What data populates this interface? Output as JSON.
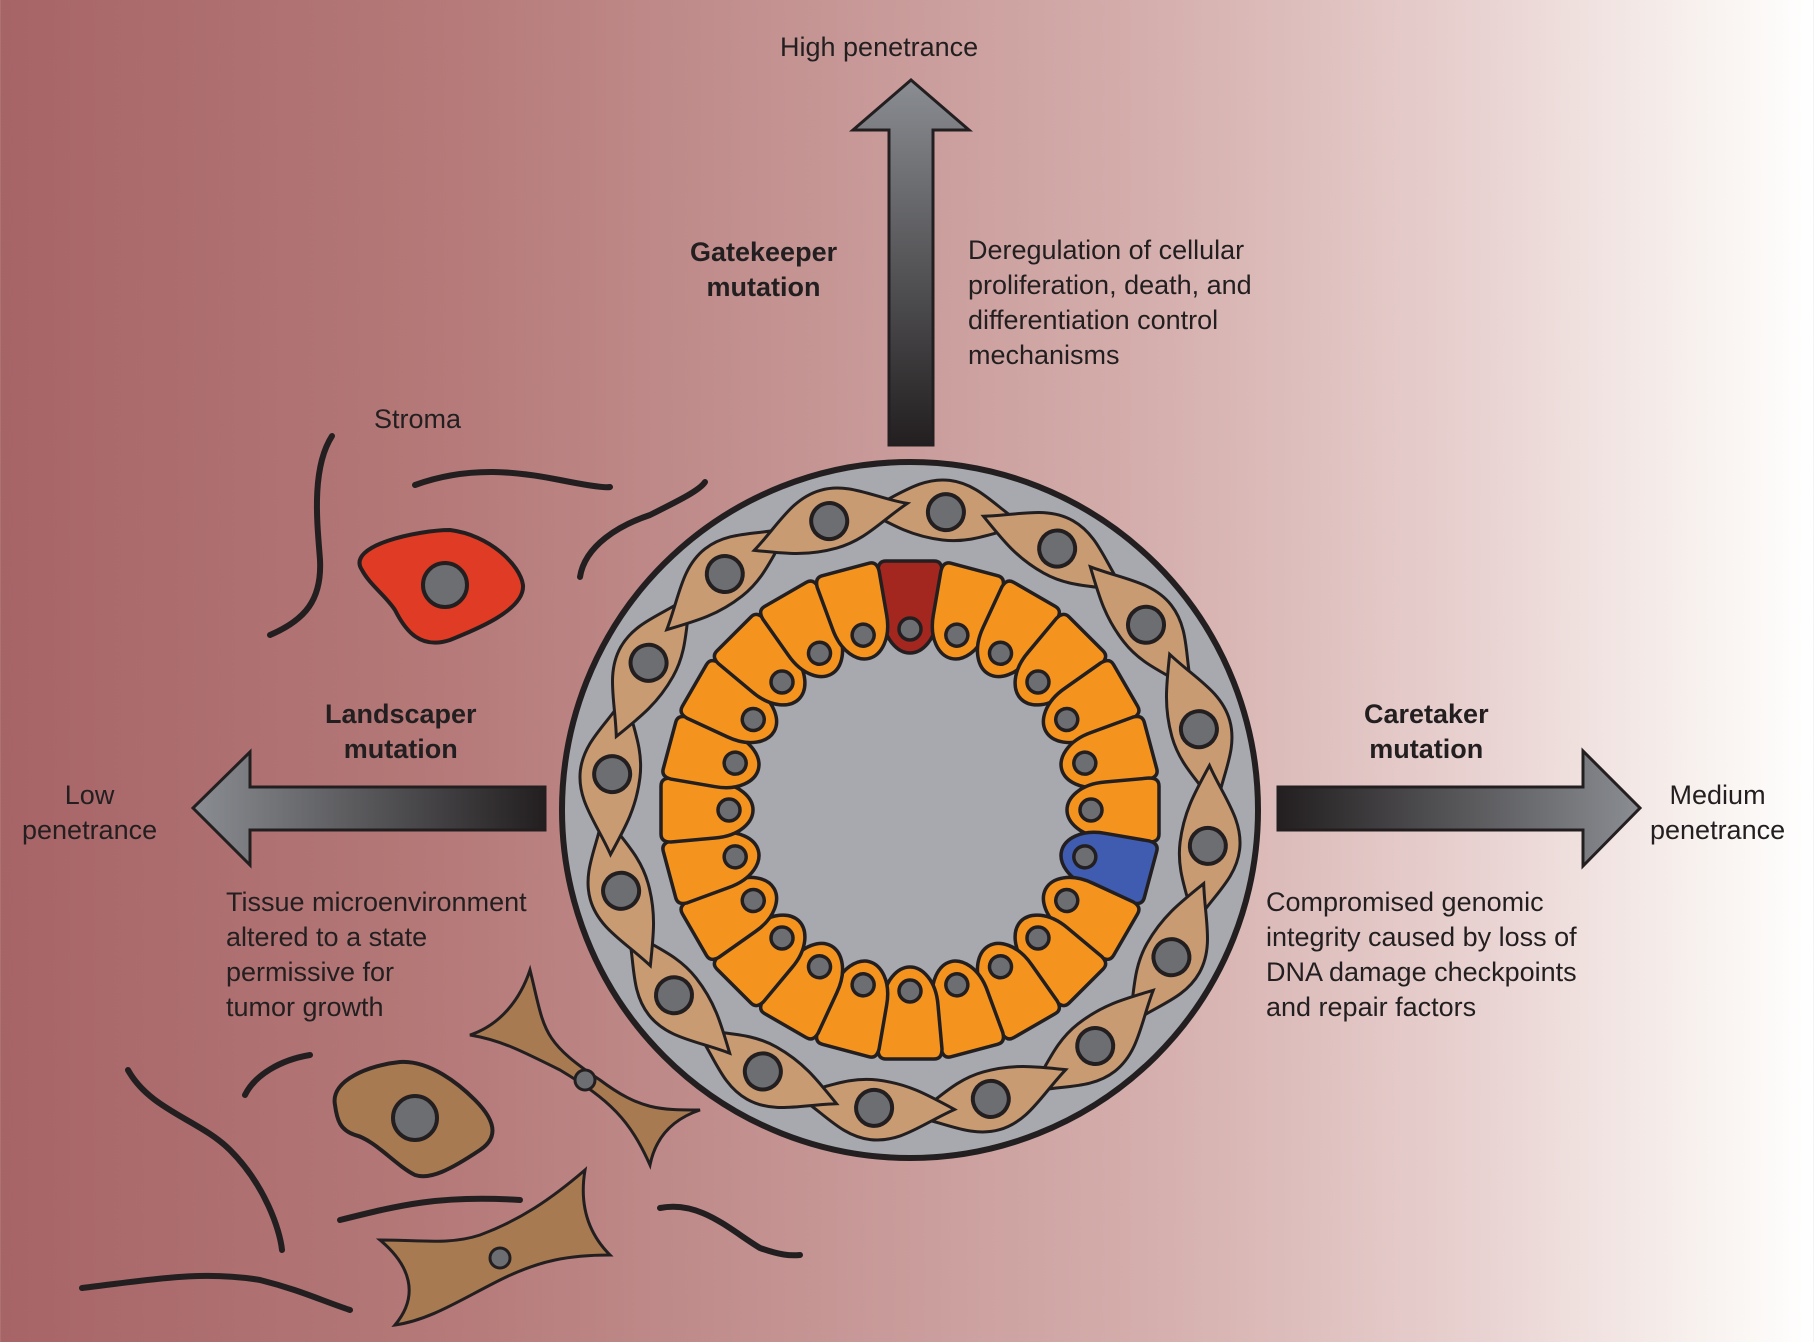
{
  "colors": {
    "background_left": "#a76467",
    "background_right": "#ffffff",
    "lumen": "#a7a9ae",
    "epithelial_cell": "#f4941e",
    "gatekeeper_cell": "#a3261f",
    "caretaker_cell": "#3f5cb0",
    "myoepithelial_cell": "#c89b72",
    "stromal_cell_red": "#e03b24",
    "fibroblast": "#a87a52",
    "nucleus": "#6d6e72",
    "outline": "#231f20"
  },
  "labels": {
    "high_penetrance": "High penetrance",
    "low_penetrance": "Low\npenetrance",
    "medium_penetrance": "Medium\npenetrance",
    "gatekeeper": "Gatekeeper\nmutation",
    "landscaper": "Landscaper\nmutation",
    "caretaker": "Caretaker\nmutation",
    "stroma": "Stroma",
    "gatekeeper_desc": "Deregulation of cellular\nproliferation, death, and\ndifferentiation control\nmechanisms",
    "landscaper_desc": "Tissue microenvironment\naltered to a state\npermissive for\ntumor growth",
    "caretaker_desc": "Compromised genomic\nintegrity caused by loss of\nDNA damage checkpoints\nand repair factors"
  },
  "arrows": [
    {
      "id": "gatekeeper",
      "direction": "up",
      "outcome": "High penetrance"
    },
    {
      "id": "landscaper",
      "direction": "left",
      "outcome": "Low penetrance"
    },
    {
      "id": "caretaker",
      "direction": "right",
      "outcome": "Medium penetrance"
    }
  ],
  "duct": {
    "epithelial_cell_count": 24,
    "gatekeeper_cell_index": 0,
    "caretaker_cell_index": 7,
    "myoepithelial_cell_count": 16
  }
}
